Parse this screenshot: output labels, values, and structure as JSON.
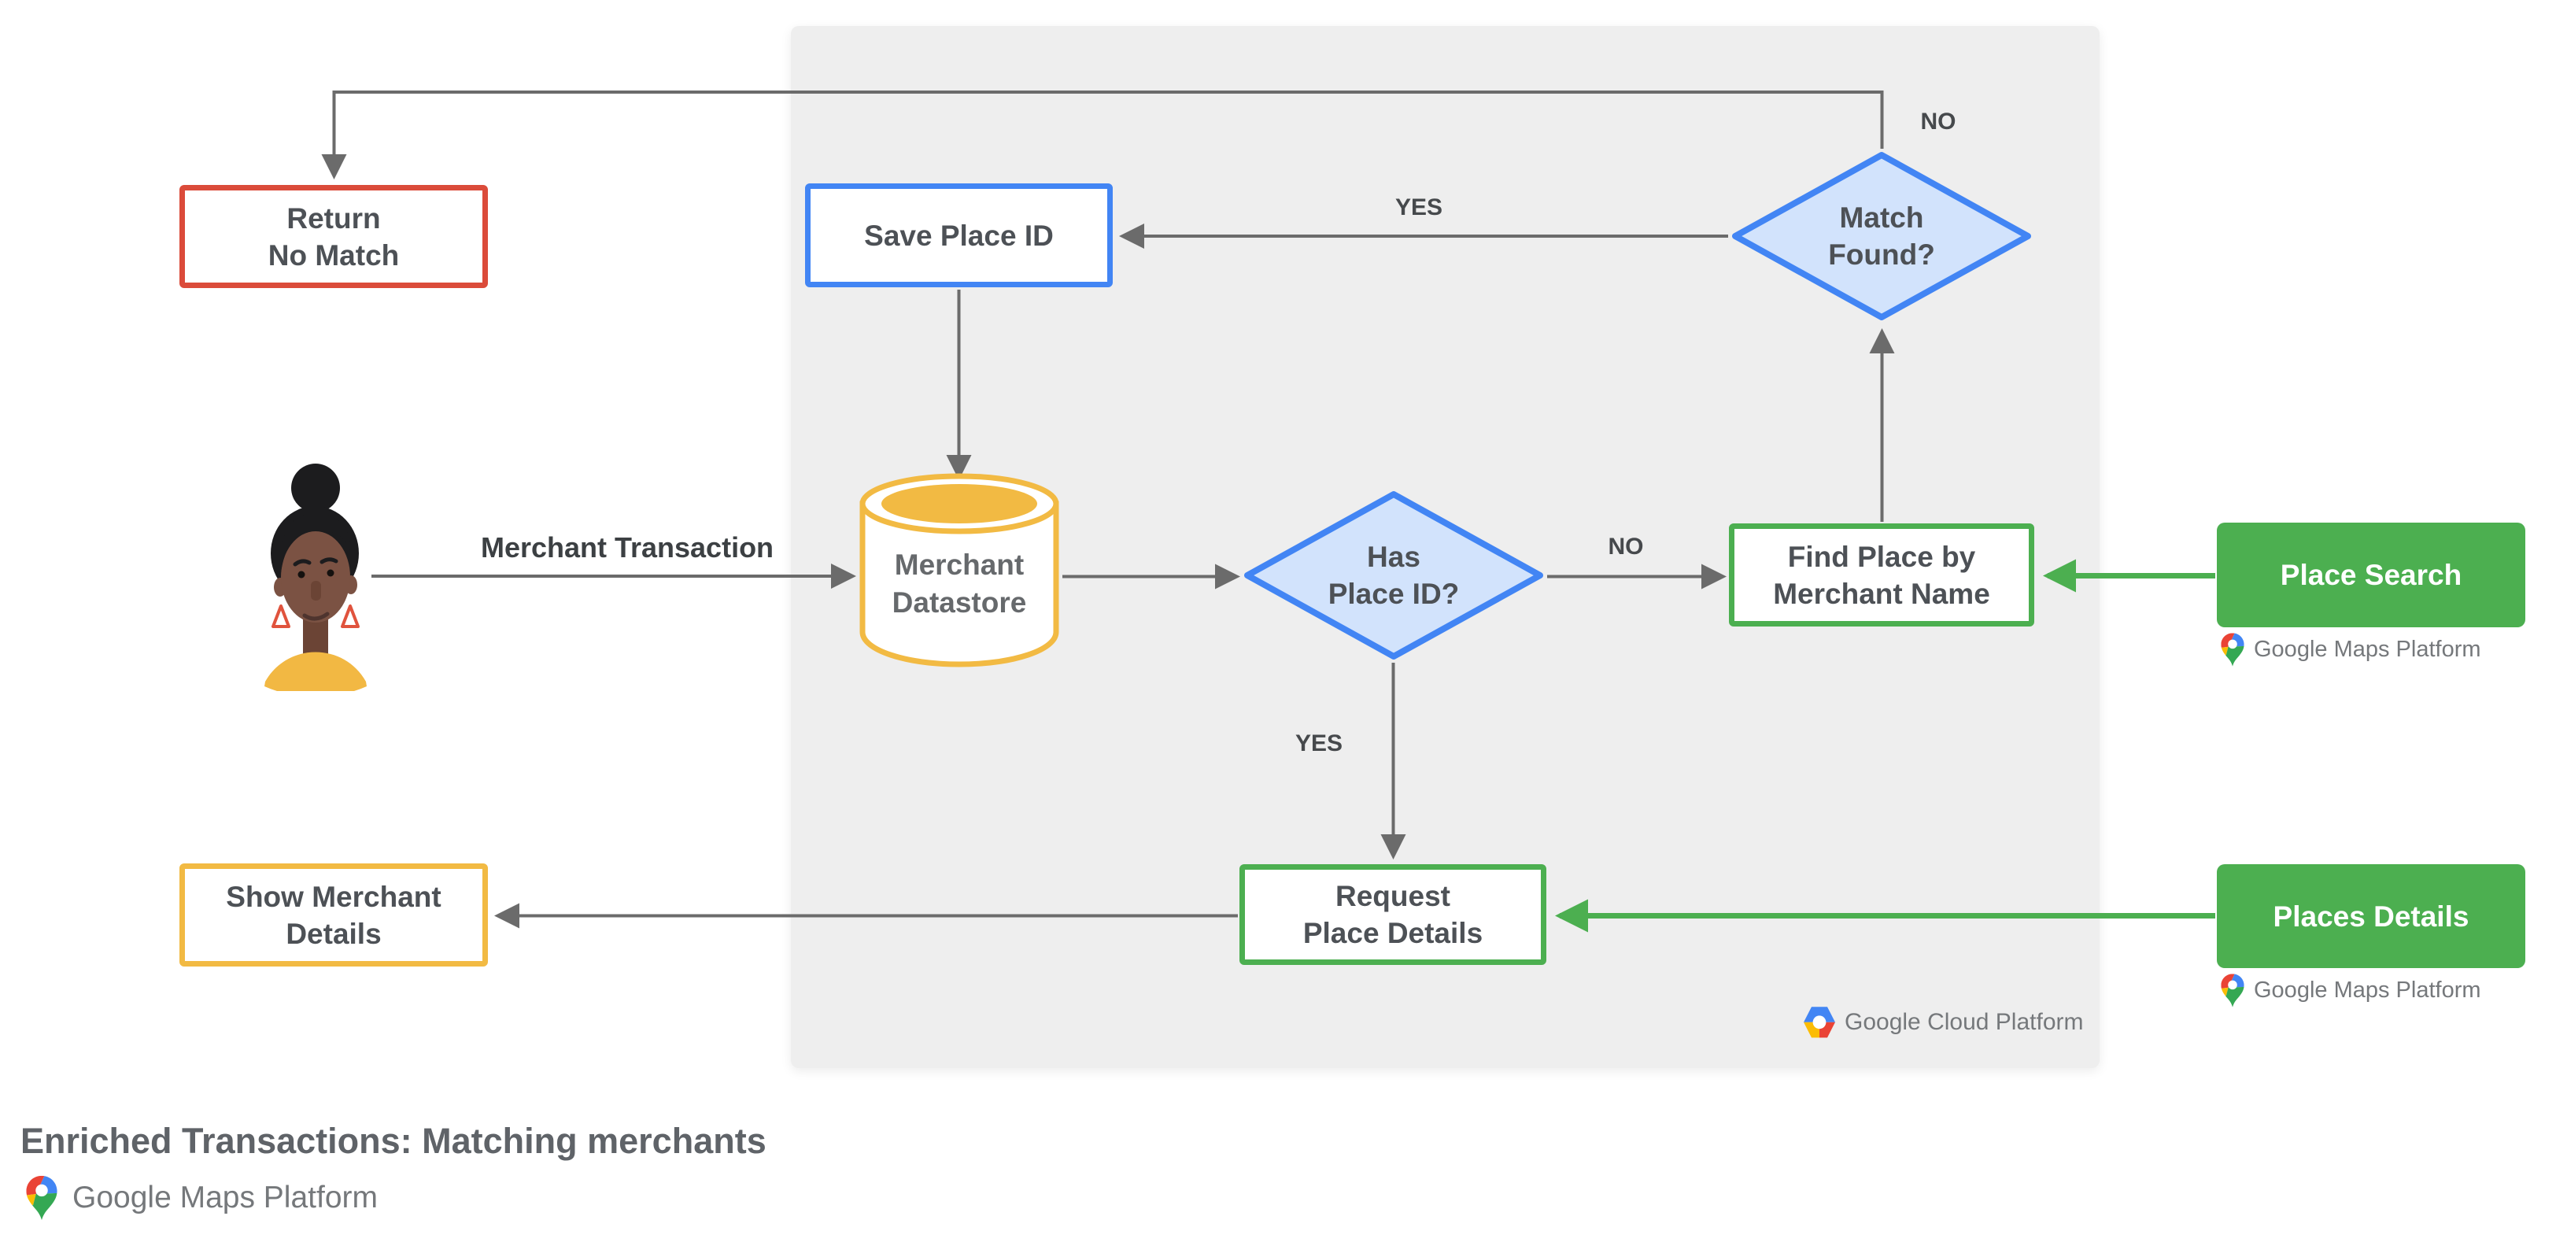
{
  "diagram": {
    "title": "Enriched Transactions: Matching merchants",
    "nodes": {
      "return_no_match": {
        "line1": "Return",
        "line2": "No Match"
      },
      "save_place_id": {
        "line1": "Save Place ID"
      },
      "match_found": {
        "line1": "Match",
        "line2": "Found?"
      },
      "merchant_datastore": {
        "line1": "Merchant",
        "line2": "Datastore"
      },
      "has_place_id": {
        "line1": "Has",
        "line2": "Place ID?"
      },
      "find_place_by_merchant_name": {
        "line1": "Find Place by",
        "line2": "Merchant Name"
      },
      "place_search": {
        "line1": "Place Search"
      },
      "request_place_details": {
        "line1": "Request",
        "line2": "Place Details"
      },
      "places_details": {
        "line1": "Places Details"
      },
      "show_merchant_details": {
        "line1": "Show Merchant",
        "line2": "Details"
      }
    },
    "edge_labels": {
      "no_match_found": "NO",
      "yes_match_found": "YES",
      "no_has_place_id": "NO",
      "yes_has_place_id": "YES",
      "merchant_transaction": "Merchant Transaction"
    },
    "logos": {
      "google_maps_platform": "Google Maps Platform",
      "google_cloud_platform": "Google Cloud Platform"
    },
    "colors": {
      "red_border": "#db4b3a",
      "blue_border": "#4285f4",
      "diamond_fill": "#d2e3fc",
      "yellow_border": "#f2ba43",
      "green": "#4caf50",
      "connector_gray": "#6b6b6b",
      "panel_gray": "#eeeeee",
      "node_text": "#4d5156",
      "title_text": "#5f6368",
      "avatar_skin": "#7b5243",
      "avatar_hair": "#1c1c1e",
      "avatar_shirt": "#f2b843",
      "avatar_earring": "#e0533d"
    }
  }
}
